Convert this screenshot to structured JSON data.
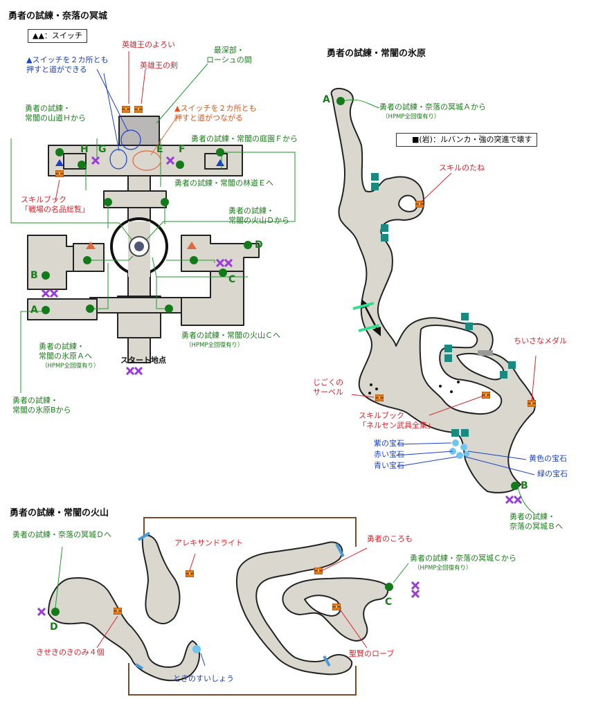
{
  "sections": {
    "castle": {
      "title": "勇者の試練・奈落の冥城"
    },
    "ice": {
      "title": "勇者の試練・常闇の氷原"
    },
    "volcano": {
      "title": "勇者の試練・常闇の火山"
    }
  },
  "colors": {
    "floor": "#d9d7ce",
    "wall": "#222222",
    "connector": "#1a9a2a",
    "treasure": "#e07b1a",
    "x_mark": "#9a3ad8",
    "rock": "#1a8a80",
    "switch_blue": "#1a3fc8",
    "switch_orange": "#e06a3a",
    "fence": "#7a4a2a"
  },
  "castle": {
    "legend_switch": "▲▲：スイッチ",
    "switch_note_blue": "▲スイッチを２カ所とも\n押すと道ができる",
    "switch_note_orange": "▲スイッチを２カ所とも\n押すと道がつながる",
    "item_armor": "英雄王のよろい",
    "item_sword": "英雄王の剣",
    "deepest": "最深部・\nローシュの間",
    "from_mountain_h": "勇者の試練・\n常闇の山道Ｈから",
    "from_garden_f": "勇者の試練・常闇の庭園Ｆから",
    "to_forest_e": "勇者の試練・常闇の林道Ｅへ",
    "skillbook": "スキルブック\n「戦場の名品総覧」",
    "from_volcano_d": "勇者の試練・\n常闇の火山Ｄから",
    "to_volcano_c": "勇者の試練・常闇の火山Ｃへ",
    "to_volcano_c_note": "（HPMP全回復有り）",
    "to_ice_a": "勇者の試練・\n常闇の氷原Ａへ",
    "to_ice_a_note": "（HPMP全回復有り）",
    "start": "スタート地点",
    "from_ice_b": "勇者の試練・\n常闇の氷原Bから",
    "letters": {
      "H": "H",
      "G": "G",
      "E": "E",
      "F": "F",
      "A": "A",
      "B": "B",
      "C": "C",
      "D": "D"
    }
  },
  "ice": {
    "from_castle_a": "勇者の試練・奈落の冥城Ａから",
    "from_castle_a_note": "（HPMP全回復有り）",
    "rock_legend": "■(岩)：ルバンカ・強の突進で壊す",
    "skill_seed": "スキルのたね",
    "mini_medal": "ちいさなメダル",
    "jigoku_saber": "じごくの\nサーベル",
    "skillbook": "スキルブック\n「ネルセン武具全集」",
    "gem_purple": "紫の宝石",
    "gem_red": "赤い宝石",
    "gem_blue": "青い宝石",
    "gem_yellow": "黄色の宝石",
    "gem_green": "緑の宝石",
    "to_castle_b": "勇者の試練・\n奈落の冥城Ｂへ",
    "letters": {
      "A": "A",
      "B": "B"
    }
  },
  "volcano": {
    "to_castle_d": "勇者の試練・奈落の冥城Ｄへ",
    "alexandrite": "アレキサンドライト",
    "yuusha_kokoro": "勇者のころも",
    "from_castle_c": "勇者の試練・奈落の冥城Ｃから",
    "from_castle_c_note": "（HPMP全回復有り）",
    "kiseki_nomi": "きせきのきのみ４個",
    "toki_suisho": "ときのすいしょう",
    "seiken_robe": "聖賢のローブ",
    "letters": {
      "D": "D",
      "C": "C"
    }
  }
}
